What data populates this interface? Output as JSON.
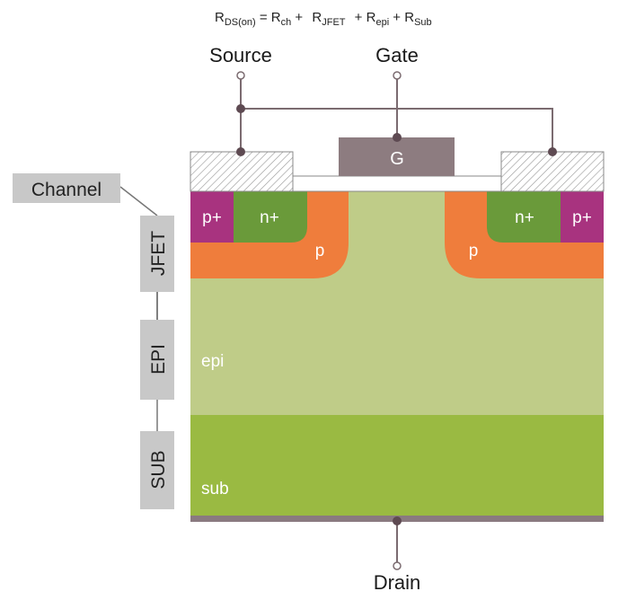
{
  "formula": {
    "lhs": "R",
    "lhs_sub": "DS(on)",
    "eq": " = ",
    "terms": [
      {
        "r": "R",
        "sub": "ch",
        "after": " + "
      },
      {
        "r": "R",
        "sub": "JFET",
        "after": " + "
      },
      {
        "r": "R",
        "sub": "epi",
        "after": " + "
      },
      {
        "r": "R",
        "sub": "Sub",
        "after": ""
      }
    ]
  },
  "terminals": {
    "source": "Source",
    "gate": "Gate",
    "drain": "Drain"
  },
  "gate_label": "G",
  "regions": {
    "p_plus_left": "p+",
    "n_plus_left": "n+",
    "p_left": "p",
    "p_plus_right": "p+",
    "n_plus_right": "n+",
    "p_right": "p",
    "epi": "epi",
    "sub": "sub"
  },
  "side_labels": {
    "channel": "Channel",
    "jfet": "JFET",
    "epi": "EPI",
    "sub": "SUB"
  },
  "colors": {
    "p_plus": "#a8337f",
    "n_plus": "#6a9a3a",
    "p_body": "#ef7d3c",
    "epi": "#bfcc88",
    "sub": "#9aba42",
    "metal": "#8a7a80",
    "gate": "#8d7c80",
    "wire": "#7b6b70",
    "tag_bg": "#c8c8c8"
  }
}
